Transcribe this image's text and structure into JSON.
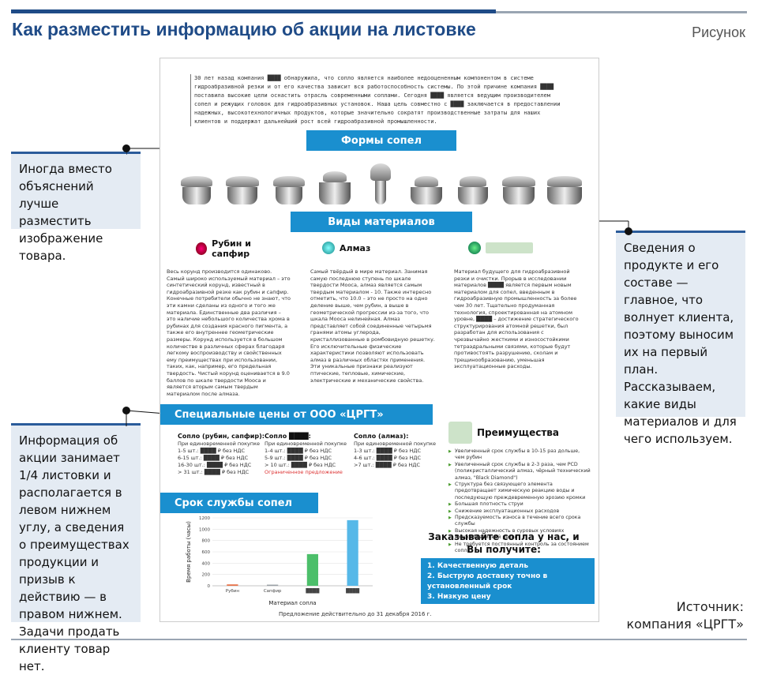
{
  "header": {
    "title": "Как разместить информацию об акции на листовке",
    "figure_label": "Рисунок"
  },
  "notes": {
    "left_top": "Иногда вместо объяснений лучше разместить изображение товара.",
    "right": "Сведения о продукте и его составе — главное, что волнует клиента, поэтому выносим их на первый план. Рассказываем, какие виды материалов и для чего используем.",
    "left_bottom": "Информация об акции занимает 1/4 листовки и располагается в левом нижнем углу, а сведения о преимуществах продукции и призыв к действию — в правом нижнем. Задачи продать клиенту товар нет."
  },
  "leaflet": {
    "intro": "30 лет назад компания ████ обнаружила, что сопло является наиболее недооцененным компонентом в системе гидроабразивной резки и от его качества зависит вся работоспособность системы. По этой причине компания ████ поставила высокие цели оснастить отрасль современными соплами. Сегодня ████ является ведущим производителем сопел и режущих головок для гидроабразивных установок. Наша цель совместно с ████ заключается в предоставлении надежных, высокотехнологичных продуктов, которые значительно сократят производственные затраты для наших клиентов и поддержат дальнейший рост всей гидроабразивной промышленности.",
    "banner_shapes": "Формы сопел",
    "banner_materials": "Виды материалов",
    "banner_prices": "Специальные цены  от ООО «ЦРГТ»",
    "banner_life": "Срок службы сопел",
    "materials": [
      {
        "name": "Рубин и сапфир",
        "color": "#b0214a",
        "text": "Весь корунд производится одинаково. Самый широко используемый материал – это синтетический корунд, известный в гидроабразивной резке как рубин и сапфир. Конечные потребители обычно не знают, что эти камни сделаны из одного и того же материала. Единственные два различия – это наличие небольшого количества хрома в рубинах для создания красного пигмента, а также его внутреннее геометрические размеры. Корунд используется в большом количестве в различных сферах благодаря легкому воспроизводству и свойственных ему преимуществах при использовании, таких, как, например, его предельная твердость. Чистый корунд оценивается в 9.0 баллов по шкале твердости Мооса и является вторым самым твердым материалом после алмаза."
      },
      {
        "name": "Алмаз",
        "color": "#2aa9b5",
        "text": "Самый твёрдый в мире материал. Занимая самую последнюю ступень по шкале твердости Мооса, алмаз является самым твердым материалом - 10. Также интересно отметить, что 10.0 – это не просто на одно деление выше, чем рубин, а выше в геометрической прогрессии из-за того, что шкала Мооса нелинейная. Алмаз представляет собой соединенные четырьмя гранями атомы углерода, кристаллизованные в ромбовидную решетку. Его исключительные физические характеристики позволяют использовать алмаз в различных областях применения. Эти уникальные признаки реализуют птические, тепловые, химические, электрические и механические свойства."
      },
      {
        "name": "",
        "color": "#1a8a4a",
        "text": "Материал будущего для гидроабразивной резки и очистки. Прорыв в исследовании материалов ████ является первым новым материалом для сопел, введенным в гидроабразивную промышленность за более чем 30 лет. Тщательно продуманная технология, спроектированная на атомном уровне, ████ – достижение стратегического структурирования атомной решетки, был разработан для использования с чрезвычайно жесткими и износостойкими тетраэдральными связями, которые будут противостоять разрушению, сколам и трещинообразованию, уменьшая эксплуатационные расходы."
      }
    ],
    "prices": [
      {
        "title": "Сопло (рубин, сапфир):",
        "sub": "При единовременной покупке",
        "rows": [
          "1-5 шт.:  ████ ₽ без НДС",
          "6-15 шт.:  ████ ₽ без НДС",
          "16-30 шт.:  ████ ₽ без НДС",
          "> 31 шт.:  ████ ₽ без НДС"
        ],
        "color": "#b0214a",
        "note": ""
      },
      {
        "title": "Сопло ████:",
        "sub": "При единовременной покупке",
        "rows": [
          "1-4 шт.:  ████ ₽ без НДС",
          "5-9 шт.:  ████ ₽ без НДС",
          "> 10 шт.:  ████ ₽ без НДС"
        ],
        "color": "#1a8a4a",
        "note": "Ограниченное предложение"
      },
      {
        "title": "Сопло (алмаз):",
        "sub": "При единовременной покупке",
        "rows": [
          "1-3 шт.:  ████ ₽ без НДС",
          "4-6 шт.:  ████ ₽ без НДС",
          ">7 шт.:  ████ ₽ без НДС"
        ],
        "color": "#2aa9b5",
        "note": ""
      }
    ],
    "advantages_title": "Преимущества",
    "advantages": [
      "Увеличенный срок службы в 10-15 раз дольше, чем рубин",
      "Увеличенный срок службы в 2-3 раза, чем PCD (поликристаллический алмаз, чёрный технический алмаз, \"Black Diamond\")",
      "Структура без связующего элемента предотвращает химическую реакцию воды и последующую преждевременную эрозию кромки",
      "Большая плотность струи",
      "Снижение эксплуатационных расходов",
      "Предсказуемость износа в течение всего срока службы",
      "Высокая надежность в суровых условиях гидроабразивной резки",
      "Не требуется постоянный контроль за состоянием сопла"
    ],
    "cta_head": "Заказывайте сопла у нас, и Вы получите:",
    "cta_items": [
      "1. Качественную деталь",
      "2. Быструю доставку точно в установленный срок",
      "3. Низкую цену"
    ],
    "validity": "Предложение действительно до 31 декабря 2016 г."
  },
  "chart_data": {
    "type": "bar",
    "categories": [
      "Рубин",
      "Сапфир",
      "████",
      "████"
    ],
    "values": [
      25,
      20,
      560,
      1160
    ],
    "colors": [
      "#e8734a",
      "#9aa0a6",
      "#4cbf6a",
      "#56b8e8"
    ],
    "ylabel": "Время работы (часы)",
    "xlabel": "Материал сопла",
    "ylim": [
      0,
      1200
    ],
    "yticks": [
      0,
      200,
      400,
      600,
      800,
      1000,
      1200
    ],
    "grid": true
  },
  "source": {
    "text": "Источник: компания «ЦРГТ»"
  }
}
